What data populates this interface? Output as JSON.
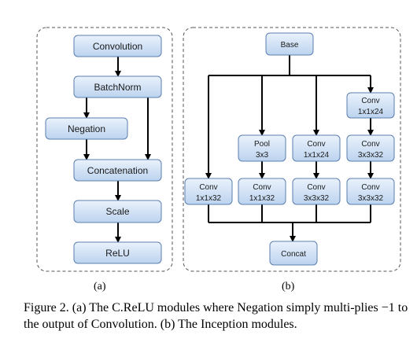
{
  "panel_a": {
    "label": "(a)",
    "nodes": {
      "convolution": "Convolution",
      "batchnorm": "BatchNorm",
      "negation": "Negation",
      "concatenation": "Concatenation",
      "scale": "Scale",
      "relu": "ReLU"
    }
  },
  "panel_b": {
    "label": "(b)",
    "nodes": {
      "base": [
        "Base"
      ],
      "conv_b1": [
        "Conv",
        "1x1x32"
      ],
      "pool": [
        "Pool",
        "3x3"
      ],
      "conv_b2": [
        "Conv",
        "1x1x32"
      ],
      "conv_c1": [
        "Conv",
        "1x1x24"
      ],
      "conv_c2": [
        "Conv",
        "3x3x32"
      ],
      "conv_d1": [
        "Conv",
        "1x1x24"
      ],
      "conv_d2": [
        "Conv",
        "3x3x32"
      ],
      "conv_d3": [
        "Conv",
        "3x3x32"
      ],
      "concat": [
        "Concat"
      ]
    }
  },
  "caption": "Figure 2. (a) The C.ReLU modules where Negation simply multi-plies −1 to the output of Convolution. (b) The Inception modules."
}
